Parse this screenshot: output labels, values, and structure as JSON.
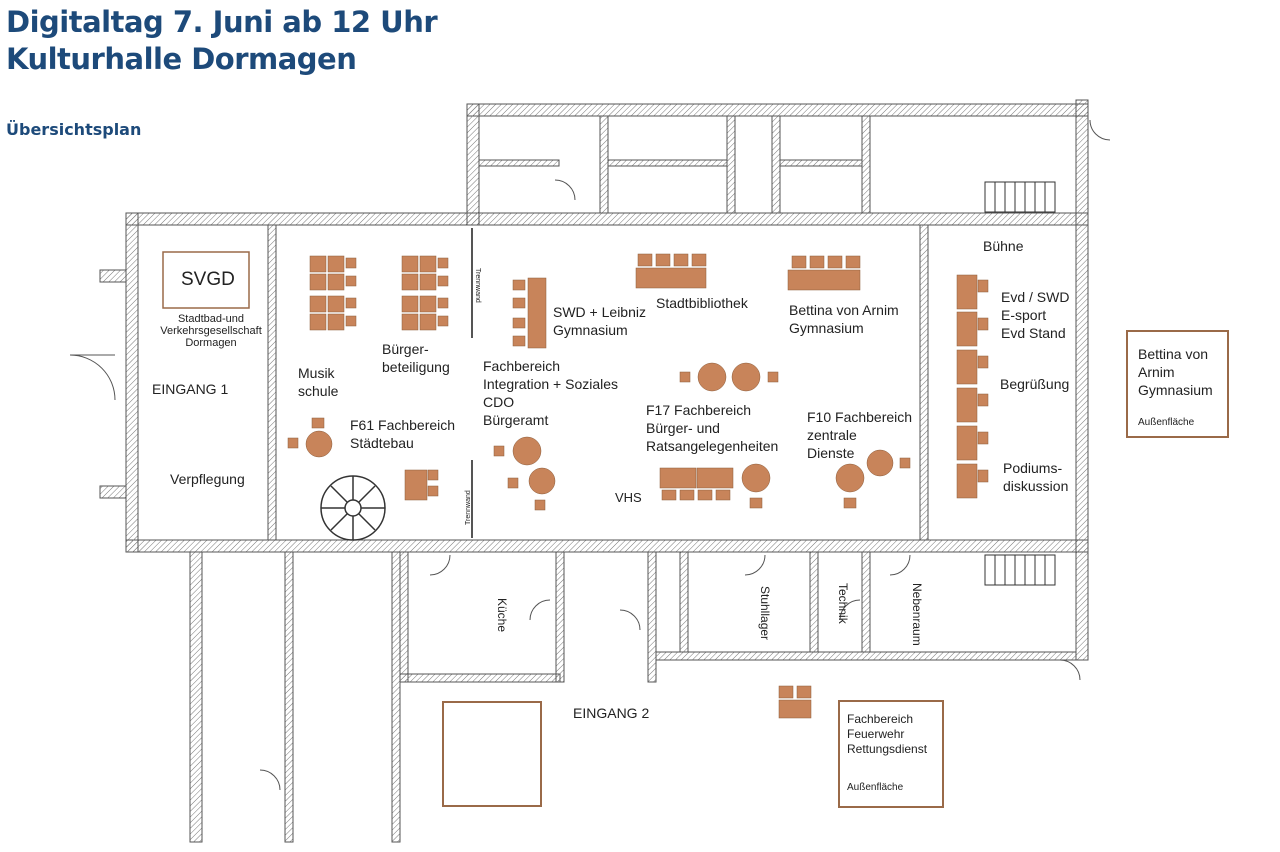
{
  "header": {
    "title_line1": "Digitaltag 7. Juni ab 12 Uhr",
    "title_line2": "Kulturhalle Dormagen",
    "subtitle": "Übersichtsplan"
  },
  "colors": {
    "title": "#1d4a7a",
    "furniture": "#c8845a",
    "box_border": "#9a6a48",
    "wall": "#555555"
  },
  "labels": {
    "svgd": "SVGD",
    "svgd_desc_1": "Stadtbad-und",
    "svgd_desc_2": "Verkehrsgesellschaft",
    "svgd_desc_3": "Dormagen",
    "eingang1": "EINGANG 1",
    "verpflegung": "Verpflegung",
    "musik_1": "Musik",
    "musik_2": "schule",
    "buerger_1": "Bürger-",
    "buerger_2": "beteiligung",
    "f61_1": "F61 Fachbereich",
    "f61_2": "Städtebau",
    "trennwand_top": "Trennwand",
    "trennwand_bottom": "Trennwand",
    "swd_1": "SWD + Leibniz",
    "swd_2": "Gymnasium",
    "integration_1": "Fachbereich",
    "integration_2": "Integration + Soziales",
    "integration_3": "CDO",
    "integration_4": "Bürgeramt",
    "stadtbibliothek": "Stadtbibliothek",
    "bettina_1": "Bettina von Arnim",
    "bettina_2": "Gymnasium",
    "f17_1": "F17 Fachbereich",
    "f17_2": "Bürger- und",
    "f17_3": "Ratsangelegenheiten",
    "vhs": "VHS",
    "f10_1": "F10 Fachbereich",
    "f10_2": "zentrale",
    "f10_3": "Dienste",
    "buehne": "Bühne",
    "evd_1": "Evd / SWD",
    "evd_2": "E-sport",
    "evd_3": "Evd Stand",
    "begruessung": "Begrüßung",
    "podium_1": "Podiums-",
    "podium_2": "diskussion",
    "kueche": "Küche",
    "stuhllager": "Stuhllager",
    "technik": "Technik",
    "nebenraum": "Nebenraum",
    "eingang2": "EINGANG 2",
    "bettina_out_1": "Bettina von",
    "bettina_out_2": "Arnim",
    "bettina_out_3": "Gymnasium",
    "aussen_1": "Außenfläche",
    "feuerwehr_1": "Fachbereich",
    "feuerwehr_2": "Feuerwehr",
    "feuerwehr_3": "Rettungsdienst",
    "aussen_2": "Außenfläche"
  }
}
